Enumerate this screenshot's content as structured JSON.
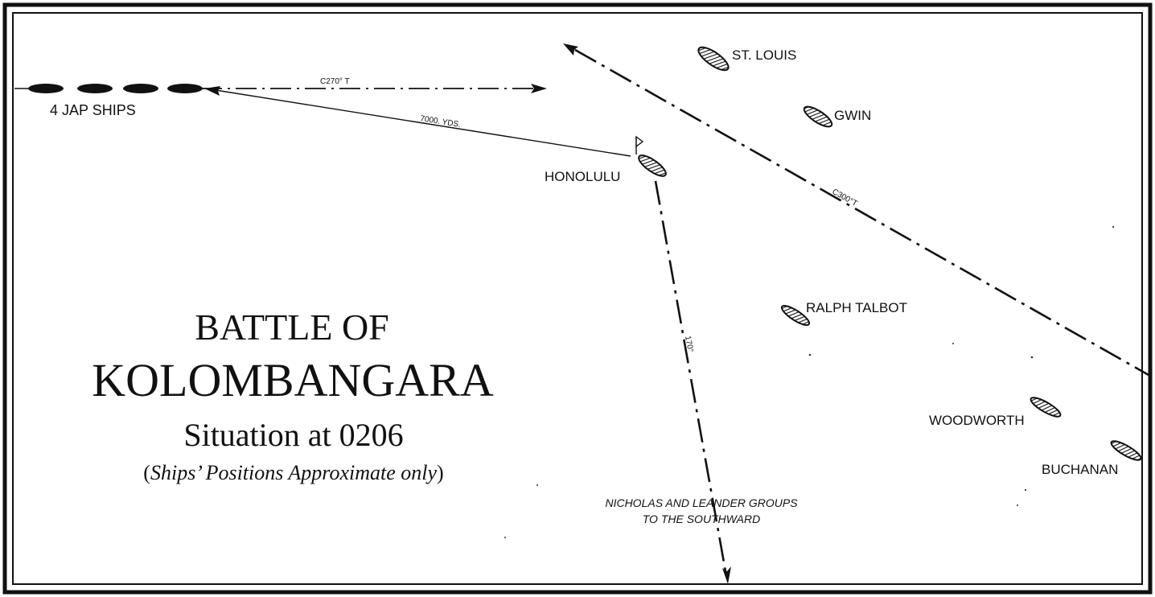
{
  "title": {
    "line1": "BATTLE OF",
    "line2": "KOLOMBANGARA",
    "line3": "Situation at 0206",
    "line4_open": "(",
    "line4_italic": "Ships’ Positions Approximate only",
    "line4_close": ")"
  },
  "enemy": {
    "label": "4 JAP SHIPS",
    "count": 4,
    "course_label": "C270° T"
  },
  "bearing_label": "7000. YDS.",
  "flagship": {
    "label": "HONOLULU",
    "course_label": "170°"
  },
  "column_course_label": "C300°T",
  "ships": {
    "st_louis": "ST. LOUIS",
    "gwin": "GWIN",
    "ralph_talbot": "RALPH TALBOT",
    "woodworth": "WOODWORTH",
    "buchanan": "BUCHANAN"
  },
  "note": {
    "line1": "NICHOLAS AND LEANDER GROUPS",
    "line2": "TO THE SOUTHWARD"
  }
}
